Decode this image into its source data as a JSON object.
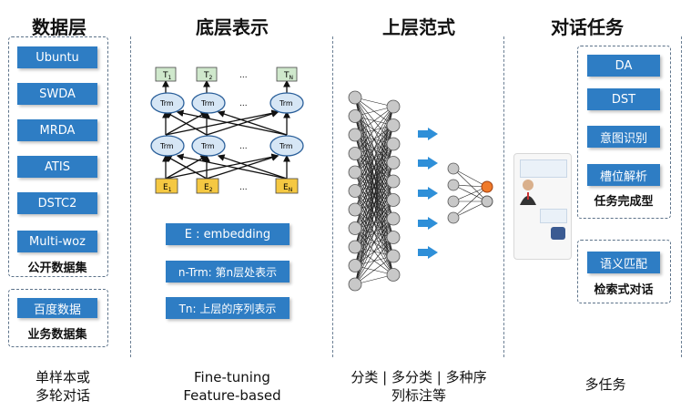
{
  "columns": {
    "data_layer": {
      "title": "数据层",
      "public_items": [
        "Ubuntu",
        "SWDA",
        "MRDA",
        "ATIS",
        "DSTC2",
        "Multi-woz"
      ],
      "public_label": "公开数据集",
      "business_items": [
        "百度数据"
      ],
      "business_label": "业务数据集",
      "footer": [
        "单样本或",
        "多轮对话"
      ]
    },
    "representation": {
      "title": "底层表示",
      "top_tokens": [
        "T",
        "T",
        "...",
        "T"
      ],
      "top_subs": [
        "1",
        "2",
        "",
        "N"
      ],
      "trm_label": "Trm",
      "ellipsis": "...",
      "bottom_tokens": [
        "E",
        "E",
        "...",
        "E"
      ],
      "bottom_subs": [
        "1",
        "2",
        "",
        "N"
      ],
      "legend": [
        "E : embedding",
        "n-Trm: 第n层处表示",
        "Tn: 上层的序列表示"
      ],
      "footer": [
        "Fine-tuning",
        "Feature-based"
      ]
    },
    "paradigm": {
      "title": "上层范式",
      "footer": [
        "分类 | 多分类 | 多种序",
        "列标注等"
      ]
    },
    "dialog_tasks": {
      "title": "对话任务",
      "task_items": [
        "DA",
        "DST",
        "意图识别",
        "槽位解析"
      ],
      "task_label": "任务完成型",
      "retrieval_items": [
        "语义匹配"
      ],
      "retrieval_label": "检索式对话",
      "footer": [
        "多任务"
      ]
    }
  },
  "colors": {
    "button_blue": "#2e7dc4",
    "arrow_blue": "#2e8fd8",
    "trm_fill": "#d6e6f5",
    "token_green": "#cfe8cc",
    "embed_yellow": "#f5c842",
    "node_gray": "#c8c8c8",
    "output_orange": "#f07a2a"
  }
}
